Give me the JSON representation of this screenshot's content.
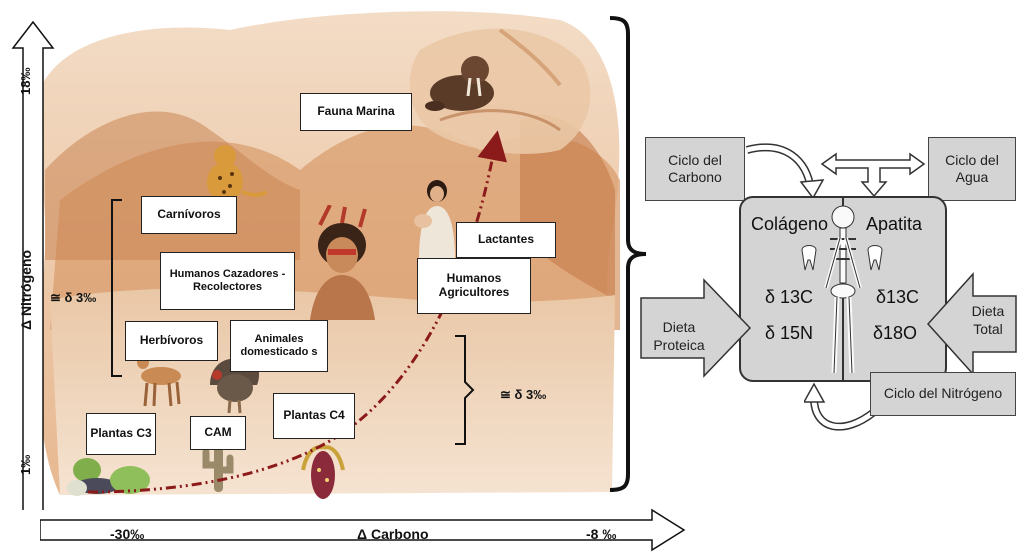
{
  "axes": {
    "y_label": "Δ Nitrógeno",
    "y_top": "18‰",
    "y_bottom": "1‰",
    "x_label": "Δ Carbono",
    "x_left": "-30‰",
    "x_right": "-8 ‰"
  },
  "boxes": {
    "fauna_marina": "Fauna Marina",
    "carnivoros": "Carnívoros",
    "humanos_cazadores": "Humanos Cazadores - Recolectores",
    "herbivoros": "Herbívoros",
    "animales_domesticados": "Animales domesticado s",
    "plantas_c3": "Plantas C3",
    "cam": "CAM",
    "plantas_c4": "Plantas C4",
    "lactantes": "Lactantes",
    "humanos_agricultores": "Humanos Agricultores"
  },
  "brackets": {
    "left_delta": "≅ δ 3‰",
    "right_delta": "≅ δ 3‰"
  },
  "schema": {
    "ciclo_carbono": "Ciclo del Carbono",
    "ciclo_agua": "Ciclo del Agua",
    "colageno": "Colágeno",
    "apatita": "Apatita",
    "d13c_left": "δ 13C",
    "d15n": "δ 15N",
    "d13c_right": "δ13C",
    "d18o": "δ18O",
    "dieta_proteica": "Dieta Proteica",
    "dieta_total": "Dieta Total",
    "ciclo_nitrogeno": "Ciclo del Nitrógeno"
  }
}
